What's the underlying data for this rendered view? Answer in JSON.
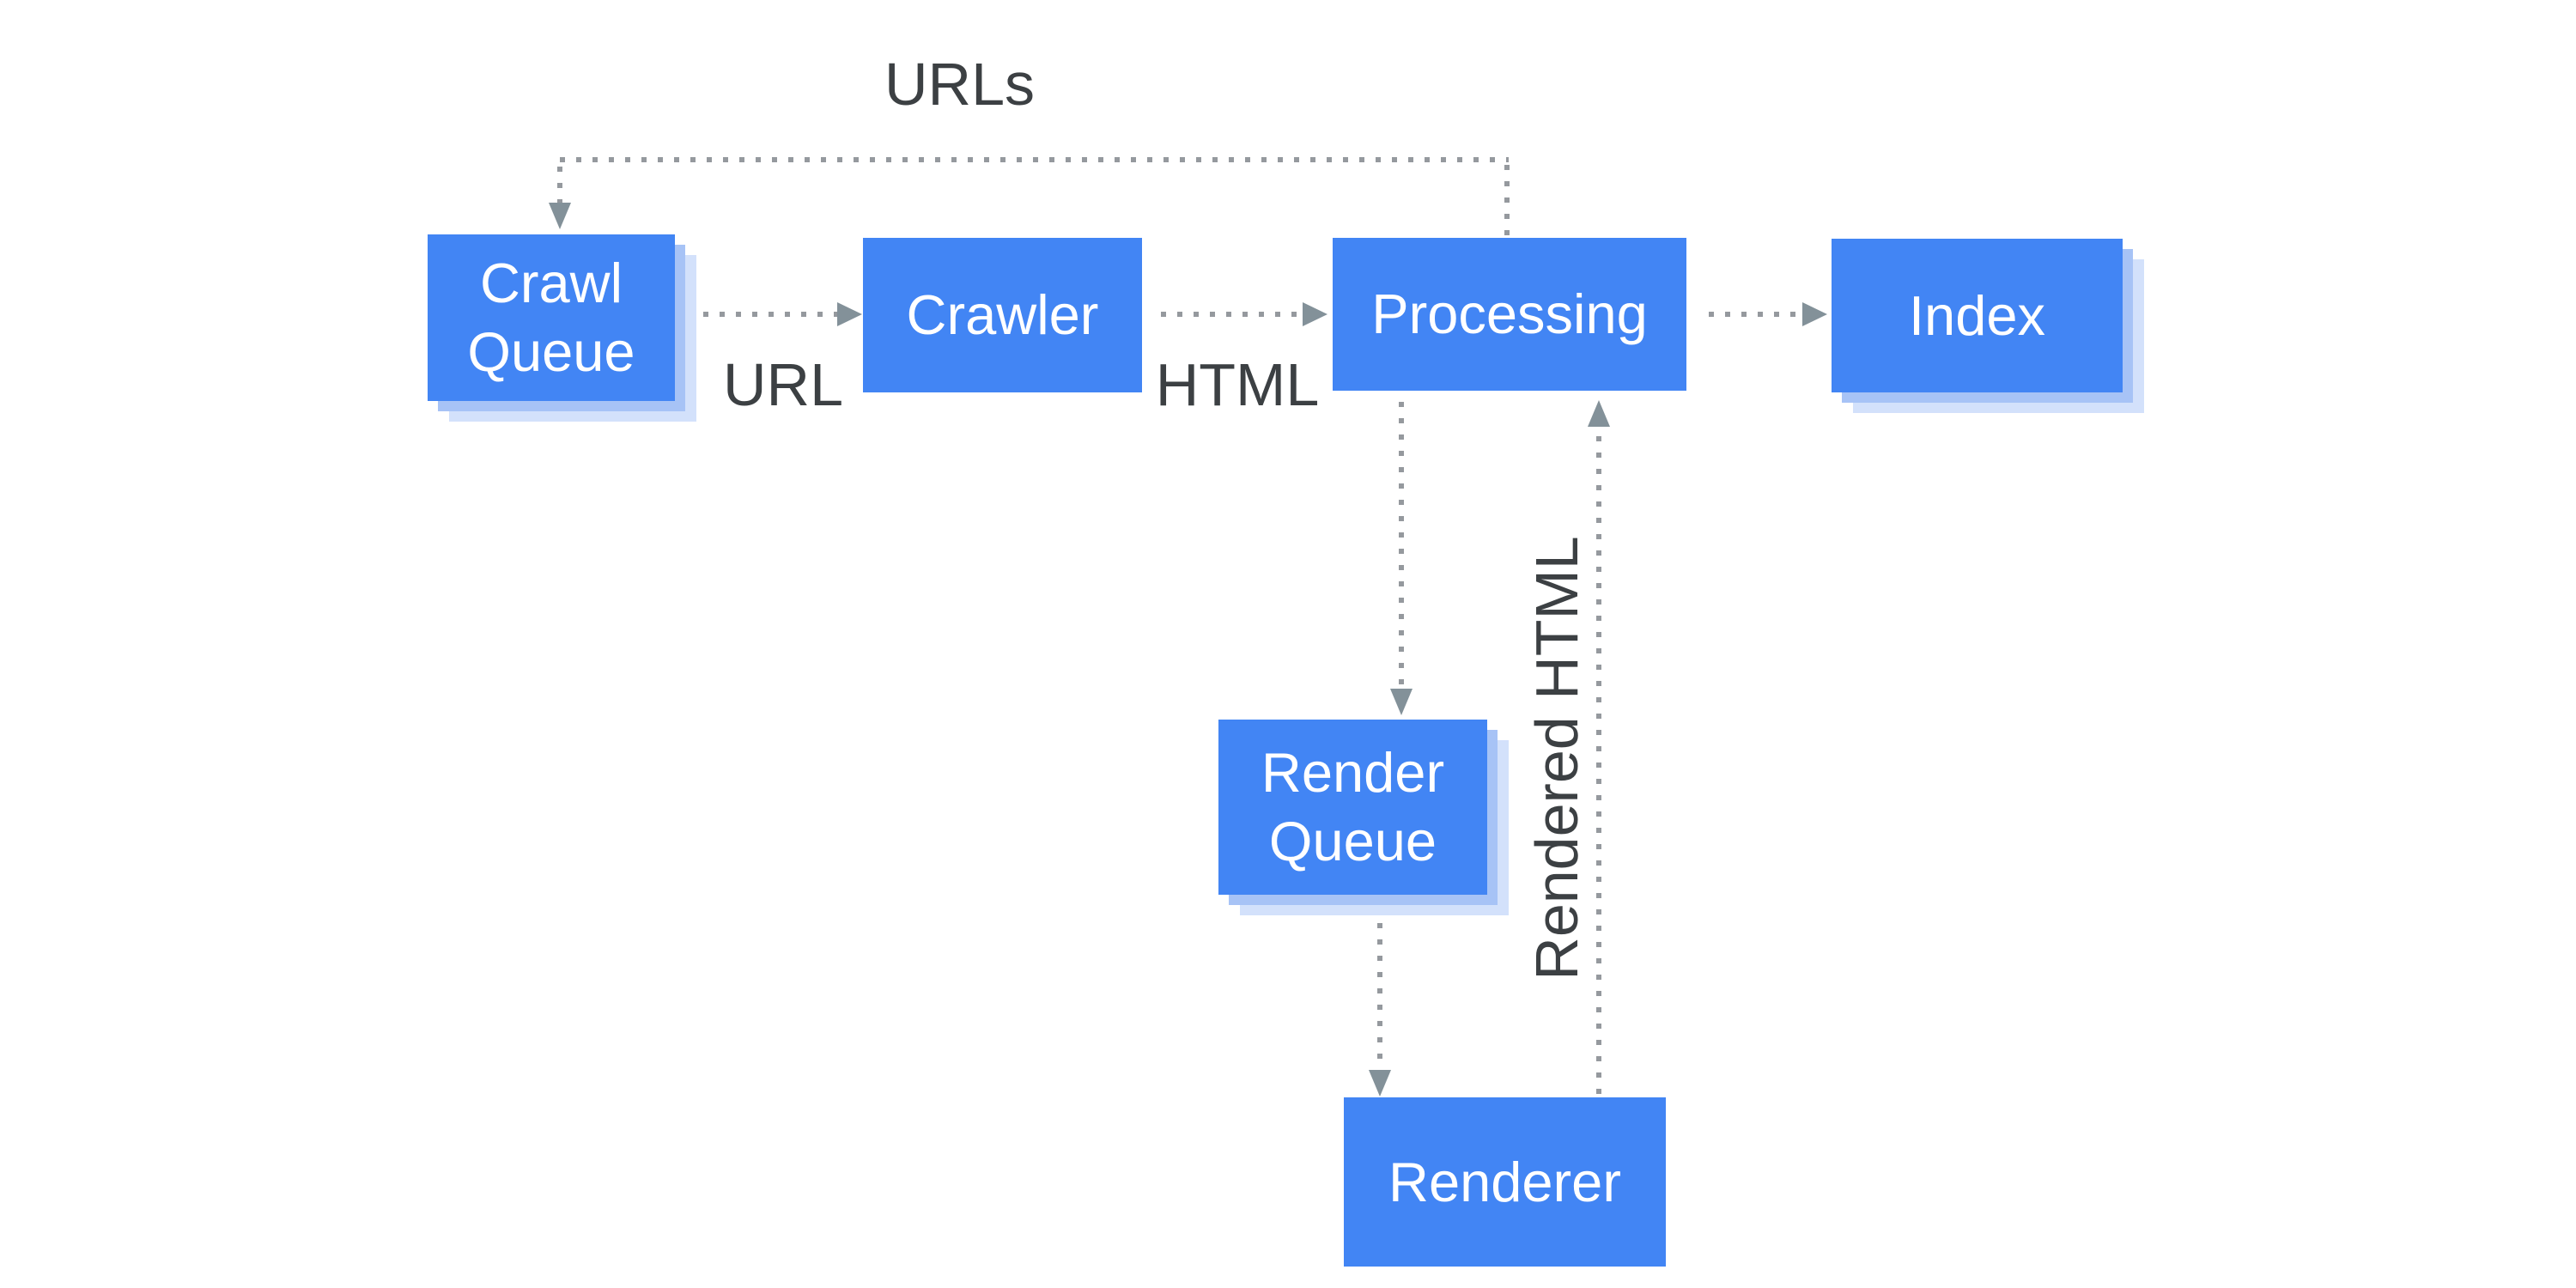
{
  "colors": {
    "background": "#ffffff",
    "node_fill": "#4285f4",
    "node_text": "#ffffff",
    "stack_shadow_inner": "#a7c3f6",
    "stack_shadow_outer": "#d3e1fb",
    "connector_dots": "#95999e",
    "arrowhead": "#839199",
    "edge_label_text": "#3c4043"
  },
  "nodes": {
    "crawl_queue": {
      "label": "Crawl Queue",
      "stacked": true
    },
    "crawler": {
      "label": "Crawler",
      "stacked": false
    },
    "processing": {
      "label": "Processing",
      "stacked": false
    },
    "index": {
      "label": "Index",
      "stacked": true
    },
    "render_queue": {
      "label": "Render Queue",
      "stacked": true
    },
    "renderer": {
      "label": "Renderer",
      "stacked": false
    }
  },
  "edge_labels": {
    "urls": "URLs",
    "url": "URL",
    "html": "HTML",
    "rendered_html": "Rendered HTML"
  },
  "edges": [
    {
      "from": "crawl_queue",
      "to": "crawler",
      "label": "URL"
    },
    {
      "from": "crawler",
      "to": "processing",
      "label": "HTML"
    },
    {
      "from": "processing",
      "to": "index",
      "label": ""
    },
    {
      "from": "processing",
      "to": "crawl_queue",
      "label": "URLs"
    },
    {
      "from": "processing",
      "to": "render_queue",
      "label": ""
    },
    {
      "from": "render_queue",
      "to": "renderer",
      "label": ""
    },
    {
      "from": "renderer",
      "to": "processing",
      "label": "Rendered HTML"
    }
  ]
}
